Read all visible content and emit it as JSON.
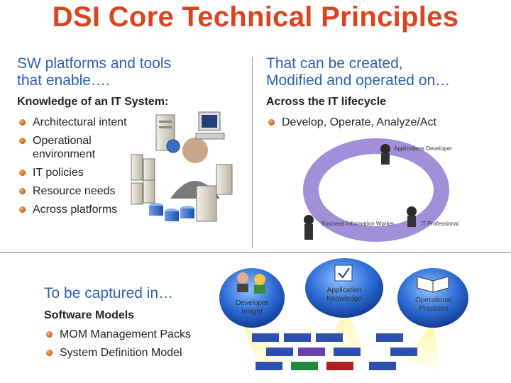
{
  "title": "DSI Core Technical Principles",
  "left": {
    "heading_line1": "SW platforms and tools",
    "heading_line2": "that enable….",
    "subheading": "Knowledge of an IT System:",
    "bullets": [
      "Architectural intent",
      "Operational environment",
      "IT policies",
      "Resource needs",
      "Across platforms"
    ]
  },
  "right": {
    "heading_line1": "That can be created,",
    "heading_line2": "Modified and operated on…",
    "subheading": "Across the IT lifecycle",
    "bullets": [
      "Develop, Operate, Analyze/Act"
    ],
    "cycle_labels": [
      "Applications Developer",
      "IT Professional",
      "Business Information Worker"
    ]
  },
  "bottom": {
    "heading": "To be captured in…",
    "subheading": "Software Models",
    "bullets": [
      "MOM Management Packs",
      "System Definition Model"
    ],
    "bubbles": {
      "developer": "Developer Insight",
      "application": "Application Knowledge",
      "operational": "Operational Practices"
    }
  },
  "colors": {
    "title": "#d8451f",
    "heading": "#2f5fa8",
    "bullet": "#d2691e",
    "bubble": "#1f4fb0",
    "cycle": "#7a5fc0"
  }
}
